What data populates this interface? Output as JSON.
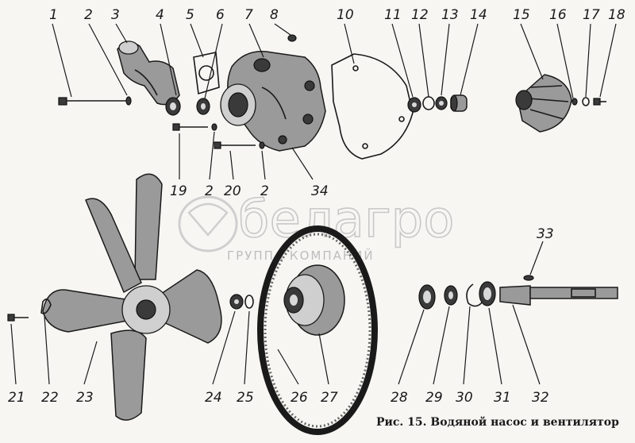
{
  "caption": "Рис. 15. Водяной насос и вентилятор",
  "watermark": {
    "brand": "белагро",
    "subtitle": "ГРУППА КОМПАНИЙ"
  },
  "callouts": [
    {
      "label": "1"
    },
    {
      "label": "2"
    },
    {
      "label": "3"
    },
    {
      "label": "4"
    },
    {
      "label": "5"
    },
    {
      "label": "6"
    },
    {
      "label": "7"
    },
    {
      "label": "8"
    },
    {
      "label": "10"
    },
    {
      "label": "11"
    },
    {
      "label": "12"
    },
    {
      "label": "13"
    },
    {
      "label": "14"
    },
    {
      "label": "15"
    },
    {
      "label": "16"
    },
    {
      "label": "17"
    },
    {
      "label": "18"
    },
    {
      "label": "19"
    },
    {
      "label": "2"
    },
    {
      "label": "20"
    },
    {
      "label": "2"
    },
    {
      "label": "34"
    },
    {
      "label": "33"
    },
    {
      "label": "21"
    },
    {
      "label": "22"
    },
    {
      "label": "23"
    },
    {
      "label": "24"
    },
    {
      "label": "25"
    },
    {
      "label": "26"
    },
    {
      "label": "27"
    },
    {
      "label": "28"
    },
    {
      "label": "29"
    },
    {
      "label": "30"
    },
    {
      "label": "31"
    },
    {
      "label": "32"
    }
  ]
}
